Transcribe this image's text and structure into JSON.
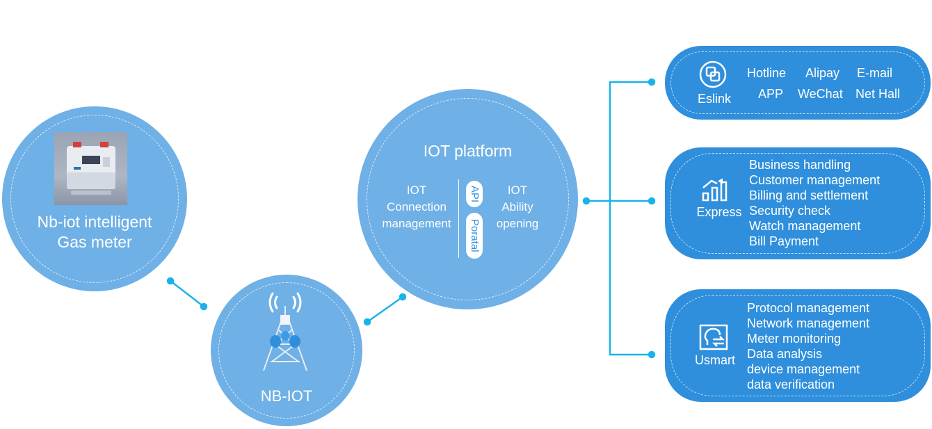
{
  "colors": {
    "light_circle": "#6fb0e6",
    "pill": "#2f8fdc",
    "connector": "#19b3ea",
    "text": "#ffffff"
  },
  "gas_meter": {
    "title_line1": "Nb-iot intelligent",
    "title_line2": "Gas meter",
    "image_icon": "gas-meter-photo"
  },
  "nbiot": {
    "label": "NB-IOT",
    "icon": "signal-tower-icon"
  },
  "iot_platform": {
    "title": "IOT platform",
    "left_line1": "IOT",
    "left_line2": "Connection",
    "left_line3": "management",
    "badge_api": "API",
    "badge_portal": "Poratal",
    "right_line1": "IOT",
    "right_line2": "Ability",
    "right_line3": "opening"
  },
  "eslink": {
    "name": "Eslink",
    "icon": "eslink-logo-icon",
    "items": [
      "Hotline",
      "Alipay",
      "E-mail",
      "APP",
      "WeChat",
      "Net Hall"
    ]
  },
  "express": {
    "name": "Express",
    "icon": "growth-chart-icon",
    "items": [
      "Business handling",
      "Customer management",
      "Billing and settlement",
      "Security check",
      "Watch management",
      "Bill Payment"
    ]
  },
  "usmart": {
    "name": "Usmart",
    "icon": "smart-head-icon",
    "items": [
      "Protocol management",
      "Network management",
      "Meter monitoring",
      "Data analysis",
      "device management",
      "data verification"
    ]
  }
}
